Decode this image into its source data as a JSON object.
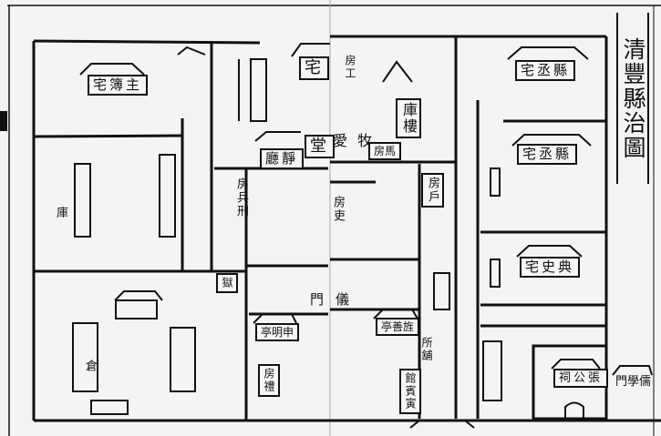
{
  "map": {
    "title": "清豐縣治圖",
    "labels": {
      "zhubo_residence": "宅簿主",
      "residence_top": "宅",
      "hall": "堂",
      "jing_room": "廳靜",
      "muai": "愛 牧",
      "stable": "房馬",
      "treasury": "庫樓",
      "xiancheng_residence": "宅丞縣",
      "xiancheng_residence2": "宅丞縣",
      "dianshi_residence": "宅史典",
      "zhang_shrine": "祠公張",
      "school_gate": "門學儒",
      "shenming_pavilion": "亭明申",
      "jingshan_pavilion": "亭善旌",
      "gate": "門",
      "yi_gate": "儀",
      "west_office": "房吏",
      "east_office": "房戶",
      "left_office": "房工",
      "prison": "獄",
      "granary": "倉",
      "store": "庫",
      "office_a": "房兵刑",
      "office_b": "房禮",
      "office_c": "所舖",
      "office_d": "館賓寅"
    }
  }
}
